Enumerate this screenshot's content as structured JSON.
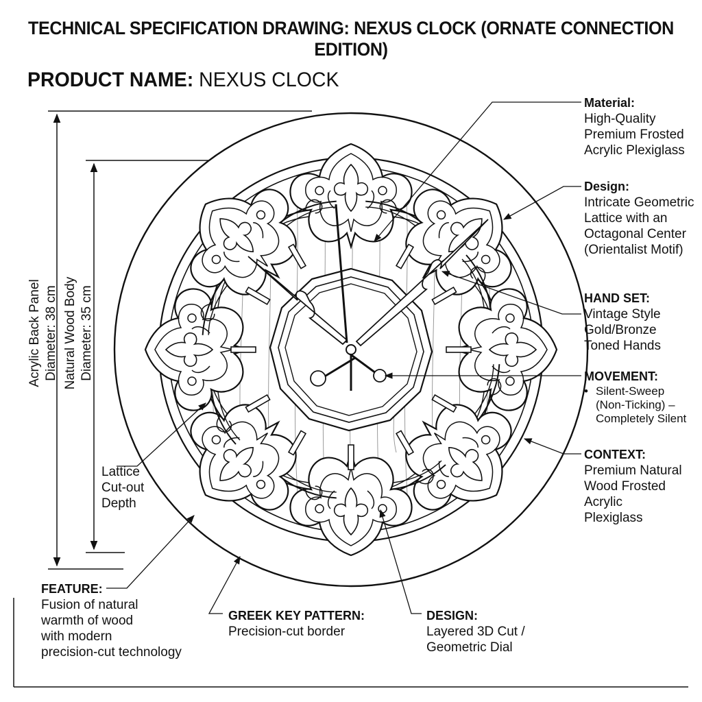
{
  "header": {
    "title": "TECHNICAL SPECIFICATION DRAWING: NEXUS CLOCK (ORNATE CONNECTION EDITION)",
    "product_label": "PRODUCT NAME:",
    "product_name": "NEXUS CLOCK"
  },
  "dimensions": {
    "acrylic_line1": "Acrylic Back Panel",
    "acrylic_line2": "Diameter: 38 cm",
    "wood_line1": "Natural Wood Body",
    "wood_line2": "Diameter: 35 cm"
  },
  "callouts": {
    "material": {
      "heading": "Material:",
      "lines": [
        "High-Quality",
        "Premium Frosted",
        "Acrylic Plexiglass"
      ]
    },
    "design_right": {
      "heading": "Design:",
      "lines": [
        "Intricate Geometric",
        "Lattice with an",
        "Octagonal Center",
        "(Orientalist Motif)"
      ]
    },
    "hand_set": {
      "heading": "HAND SET:",
      "lines": [
        "Vintage Style",
        "Gold/Bronze",
        "Toned Hands"
      ]
    },
    "movement": {
      "heading": "MOVEMENT:",
      "bullet": "•",
      "lines": [
        "Silent-Sweep",
        "(Non-Ticking) –",
        "Completely Silent"
      ]
    },
    "context": {
      "heading": "CONTEXT:",
      "lines": [
        "Premium Natural",
        "Wood Frosted",
        "Acrylic",
        "Plexiglass"
      ]
    },
    "lattice": {
      "lines": [
        "Lattice",
        "Cut-out",
        "Depth"
      ]
    },
    "feature": {
      "heading": "FEATURE:",
      "lines": [
        "Fusion of natural",
        "warmth of wood",
        "with modern",
        "precision-cut technology"
      ]
    },
    "greek_key": {
      "heading": "GREEK KEY PATTERN:",
      "lines": [
        "Precision-cut border"
      ]
    },
    "design_bottom": {
      "heading": "DESIGN:",
      "lines": [
        "Layered 3D Cut /",
        "Geometric Dial"
      ]
    }
  },
  "colors": {
    "ink": "#111111",
    "paper": "#ffffff",
    "wood_line": "#9a9a9a"
  }
}
